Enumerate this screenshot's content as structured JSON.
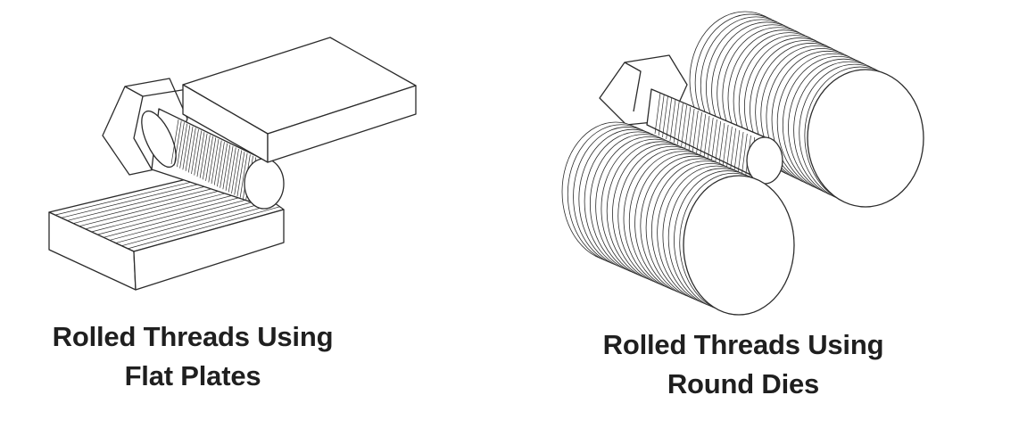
{
  "diagram": {
    "left_panel": {
      "caption_line1": "Rolled Threads Using",
      "caption_line2": "Flat Plates"
    },
    "right_panel": {
      "caption_line1": "Rolled Threads Using",
      "caption_line2": "Round Dies"
    }
  },
  "colors": {
    "line": "#2b2b2b",
    "fill": "#ffffff",
    "text": "#1f1f1f"
  }
}
